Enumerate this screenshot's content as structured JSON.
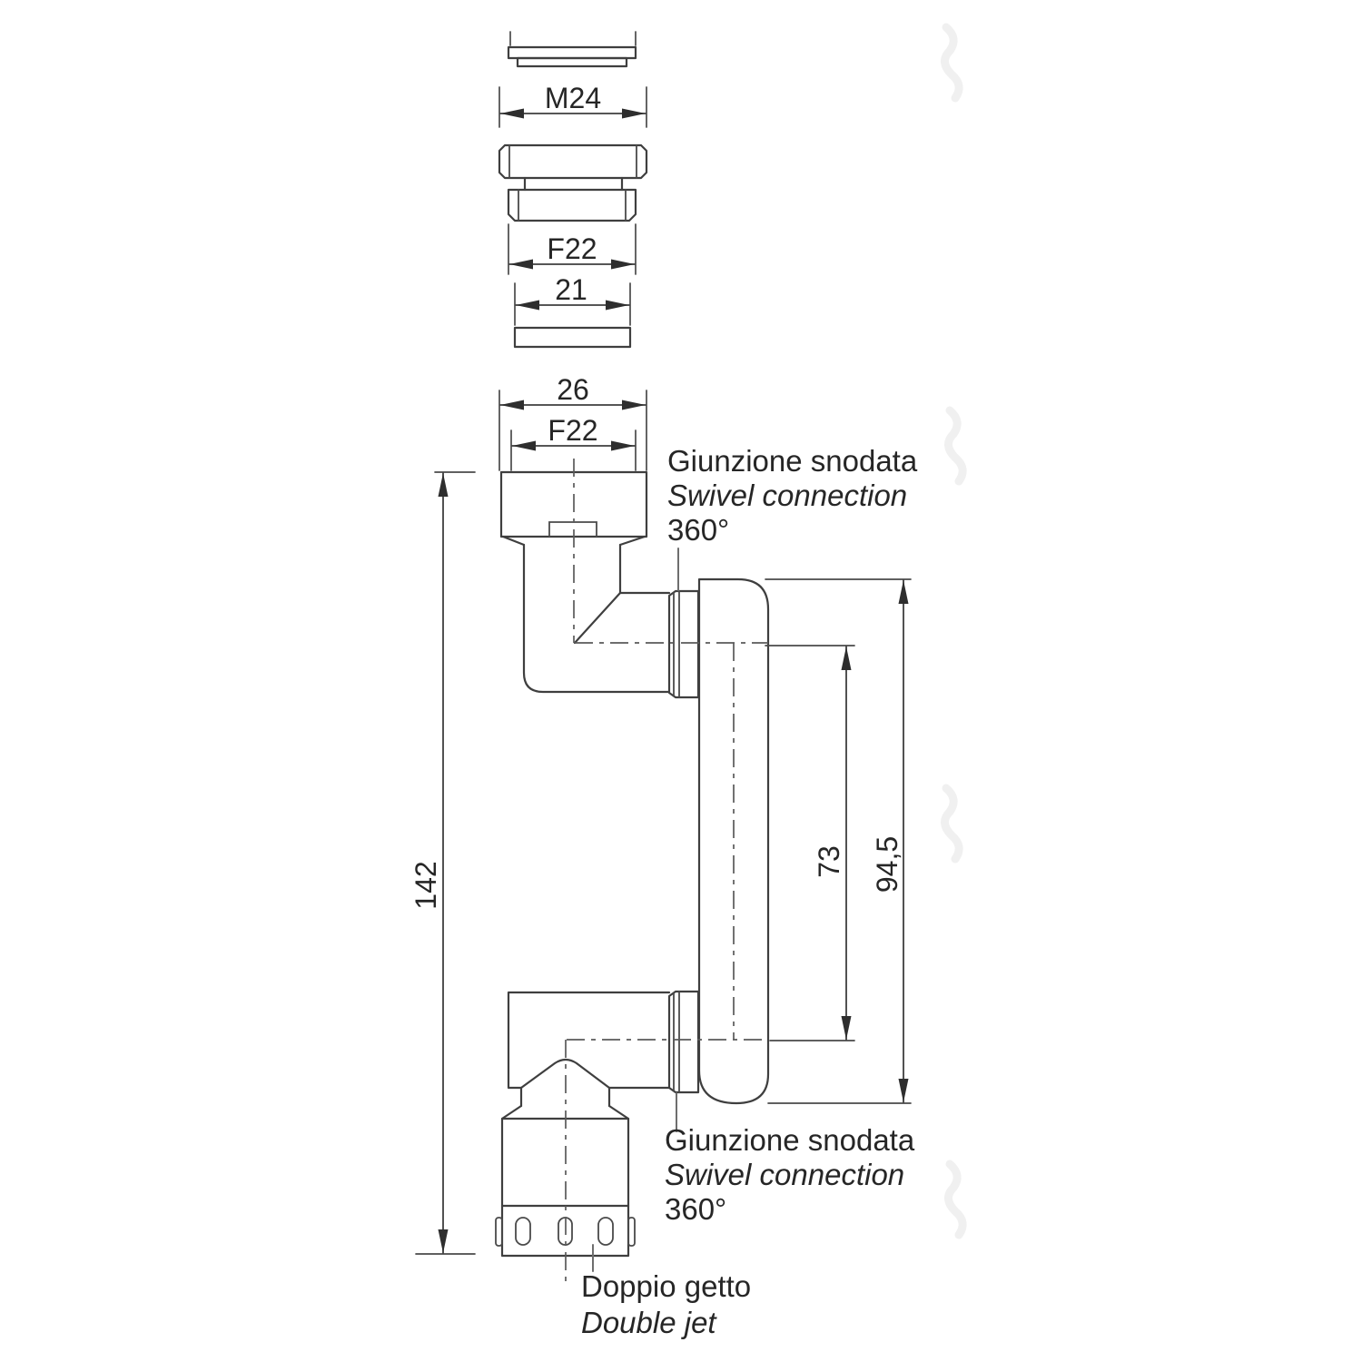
{
  "drawing_title": "Swivel double-jet faucet fitting technical drawing",
  "colors": {
    "line": "#3f3f3f",
    "centerline": "#5a5a5a",
    "text": "#262626",
    "background": "#ffffff"
  },
  "dimensions": {
    "m24": "M24",
    "f22_top": "F22",
    "d21": "21",
    "d26": "26",
    "f22_mid": "F22",
    "h142": "142",
    "h73": "73",
    "h94_5": "94,5"
  },
  "annotations": {
    "swivel_top": {
      "line1": "Giunzione snodata",
      "line2": "Swivel connection",
      "line3": "360°"
    },
    "swivel_bottom": {
      "line1": "Giunzione snodata",
      "line2": "Swivel connection",
      "line3": "360°"
    },
    "jet": {
      "line1": "Doppio getto",
      "line2": "Double jet"
    }
  }
}
